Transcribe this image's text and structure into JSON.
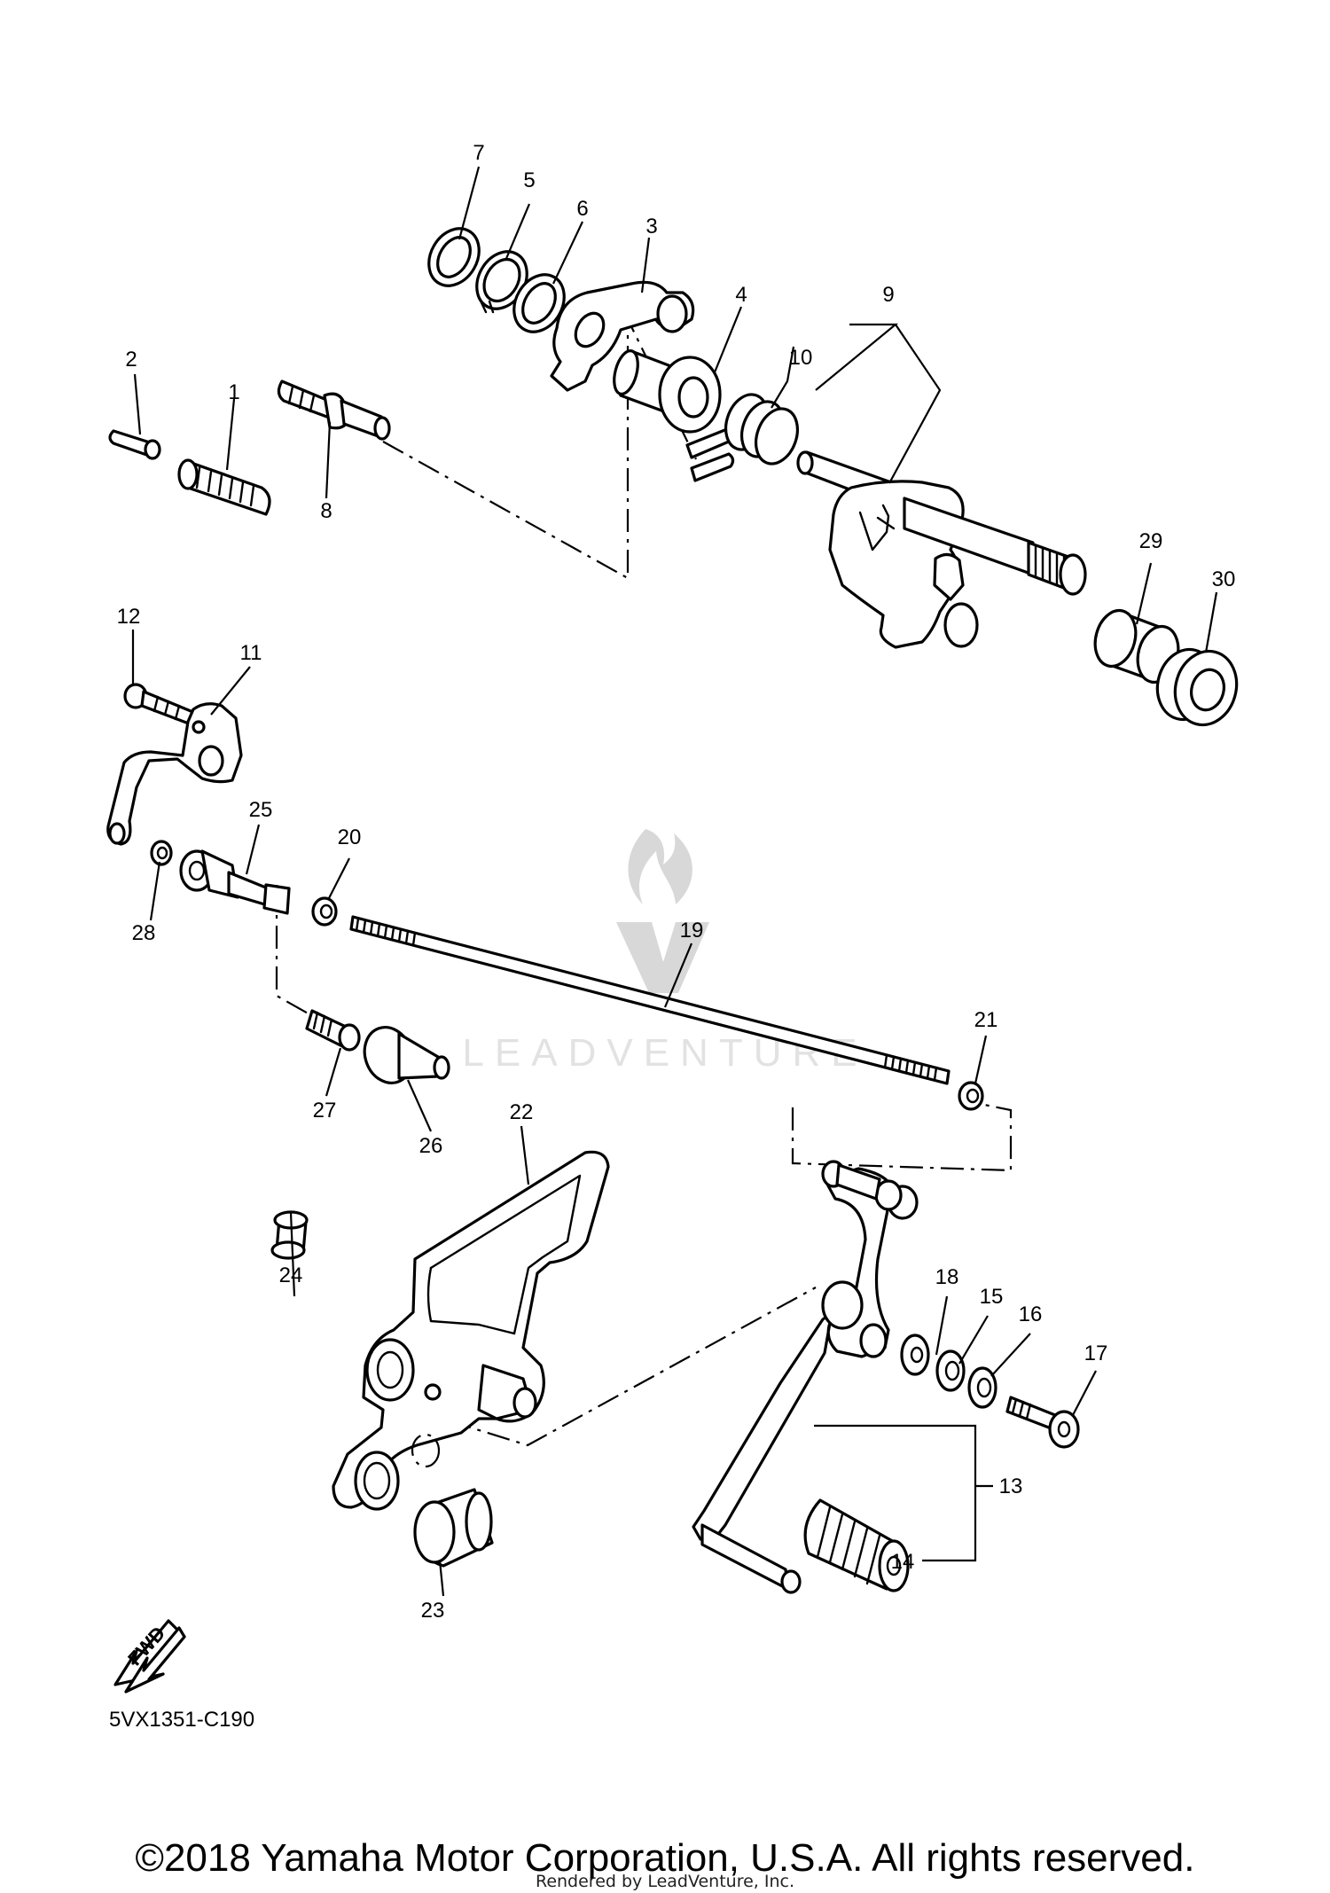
{
  "callouts": [
    {
      "id": "1",
      "text": "1"
    },
    {
      "id": "2",
      "text": "2"
    },
    {
      "id": "3",
      "text": "3"
    },
    {
      "id": "4",
      "text": "4"
    },
    {
      "id": "5",
      "text": "5"
    },
    {
      "id": "6",
      "text": "6"
    },
    {
      "id": "7",
      "text": "7"
    },
    {
      "id": "8",
      "text": "8"
    },
    {
      "id": "9",
      "text": "9"
    },
    {
      "id": "10",
      "text": "10"
    },
    {
      "id": "11",
      "text": "11"
    },
    {
      "id": "12",
      "text": "12"
    },
    {
      "id": "13",
      "text": "13"
    },
    {
      "id": "14",
      "text": "14"
    },
    {
      "id": "15",
      "text": "15"
    },
    {
      "id": "16",
      "text": "16"
    },
    {
      "id": "17",
      "text": "17"
    },
    {
      "id": "18",
      "text": "18"
    },
    {
      "id": "19",
      "text": "19"
    },
    {
      "id": "20",
      "text": "20"
    },
    {
      "id": "21",
      "text": "21"
    },
    {
      "id": "22",
      "text": "22"
    },
    {
      "id": "23",
      "text": "23"
    },
    {
      "id": "24",
      "text": "24"
    },
    {
      "id": "25",
      "text": "25"
    },
    {
      "id": "26",
      "text": "26"
    },
    {
      "id": "27",
      "text": "27"
    },
    {
      "id": "28",
      "text": "28"
    },
    {
      "id": "29",
      "text": "29"
    },
    {
      "id": "30",
      "text": "30"
    }
  ],
  "fwd_label": "FWD",
  "diagram_code": "5VX1351-C190",
  "watermark_text": "LEADVENTURE",
  "copyright": "©2018 Yamaha Motor Corporation, U.S.A. All rights reserved.",
  "rendered_by": "Rendered by LeadVenture, Inc."
}
